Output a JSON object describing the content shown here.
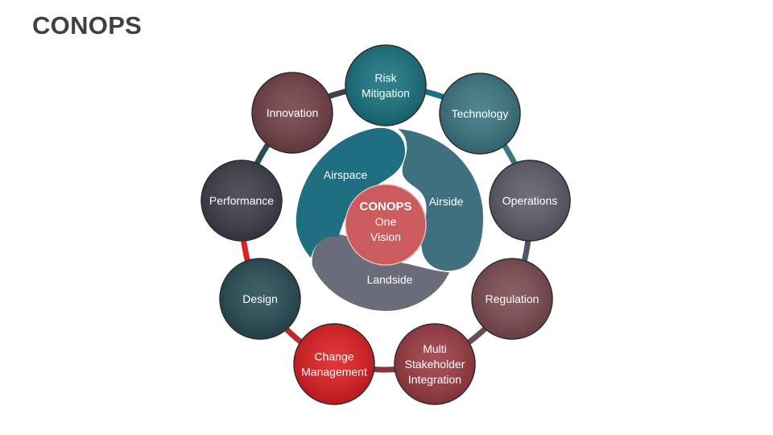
{
  "title": "CONOPS",
  "center": {
    "title": "CONOPS",
    "line1": "One",
    "line2": "Vision"
  },
  "petals": [
    {
      "label": "Airspace",
      "color": "#1f6f80"
    },
    {
      "label": "Airside",
      "color": "#3f7080"
    },
    {
      "label": "Landside",
      "color": "#6a6c7a"
    }
  ],
  "nodes": [
    {
      "lines": [
        "Risk",
        "Mitigation"
      ],
      "color": "#1a7480"
    },
    {
      "lines": [
        "Technology"
      ],
      "color": "#3d7783"
    },
    {
      "lines": [
        "Operations"
      ],
      "color": "#5e5e6c"
    },
    {
      "lines": [
        "Regulation"
      ],
      "color": "#7e4c54"
    },
    {
      "lines": [
        "Multi",
        "Stakeholder",
        "Integration"
      ],
      "color": "#9d3c43"
    },
    {
      "lines": [
        "Change",
        "Management"
      ],
      "color": "#e01f23"
    },
    {
      "lines": [
        "Design"
      ],
      "color": "#2a4d56"
    },
    {
      "lines": [
        "Performance"
      ],
      "color": "#3f3f4c"
    },
    {
      "lines": [
        "Innovation"
      ],
      "color": "#744249"
    }
  ],
  "ring_segment_colors": [
    "#1a7480",
    "#3d7783",
    "#4f5565",
    "#6b4b53",
    "#8c343b",
    "#c0282d",
    "#e01f23",
    "#2a4d56",
    "#3f3f4c",
    "#5a2f35"
  ]
}
